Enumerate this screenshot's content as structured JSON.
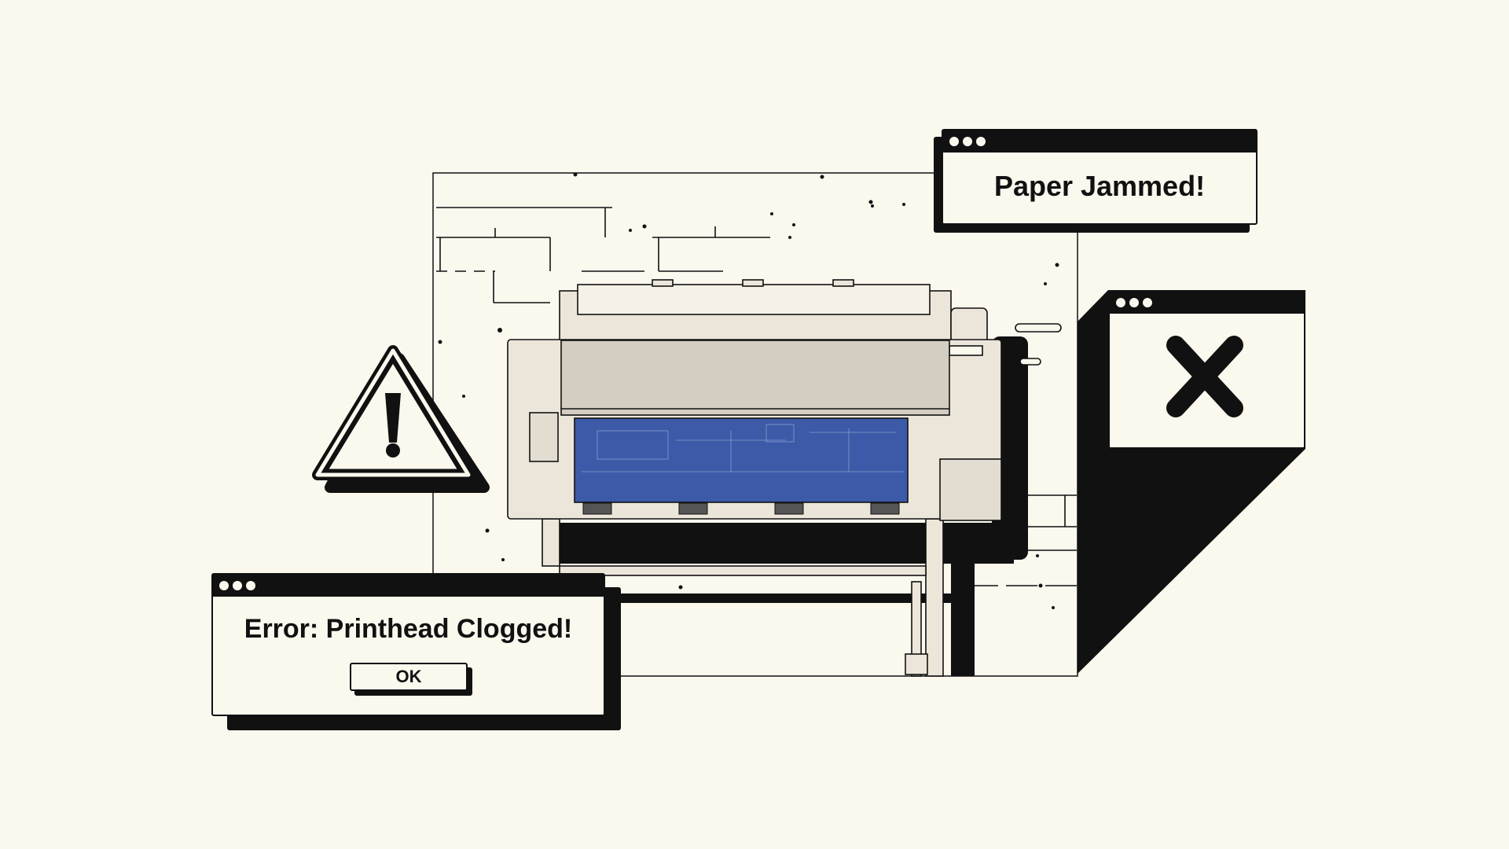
{
  "dialogs": {
    "paper_jammed": {
      "message": "Paper Jammed!"
    },
    "printhead_error": {
      "message": "Error: Printhead Clogged!",
      "ok_label": "OK"
    },
    "close_window": {
      "icon": "close-x-icon"
    }
  },
  "icons": {
    "warning": "warning-triangle-icon"
  },
  "colors": {
    "background": "#fbf8ee",
    "ink": "#111111",
    "printer_body": "#ece6da",
    "printer_cover": "#d3cdc2",
    "print_blueprint": "#3d5aa8"
  }
}
